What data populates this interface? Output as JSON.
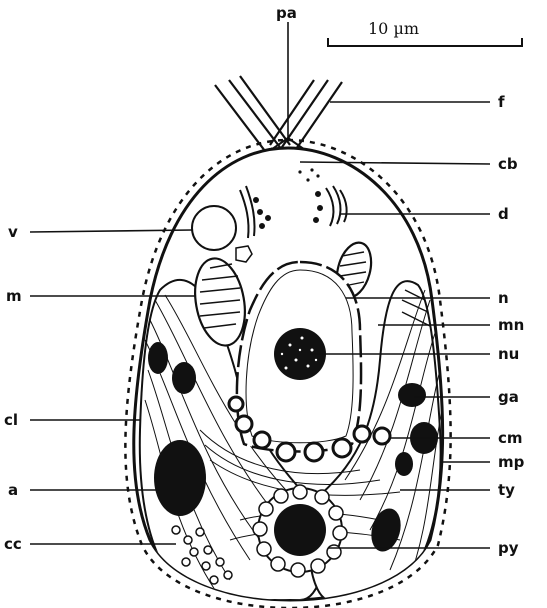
{
  "figure": {
    "scale_bar": {
      "label": "10 µm"
    },
    "labels": {
      "pa": "pa",
      "f": "f",
      "cb": "cb",
      "d": "d",
      "v": "v",
      "m": "m",
      "n": "n",
      "mn": "mn",
      "nu": "nu",
      "ga": "ga",
      "cl": "cl",
      "cm": "cm",
      "mp": "mp",
      "a": "a",
      "ty": "ty",
      "cc": "cc",
      "py": "py"
    }
  }
}
